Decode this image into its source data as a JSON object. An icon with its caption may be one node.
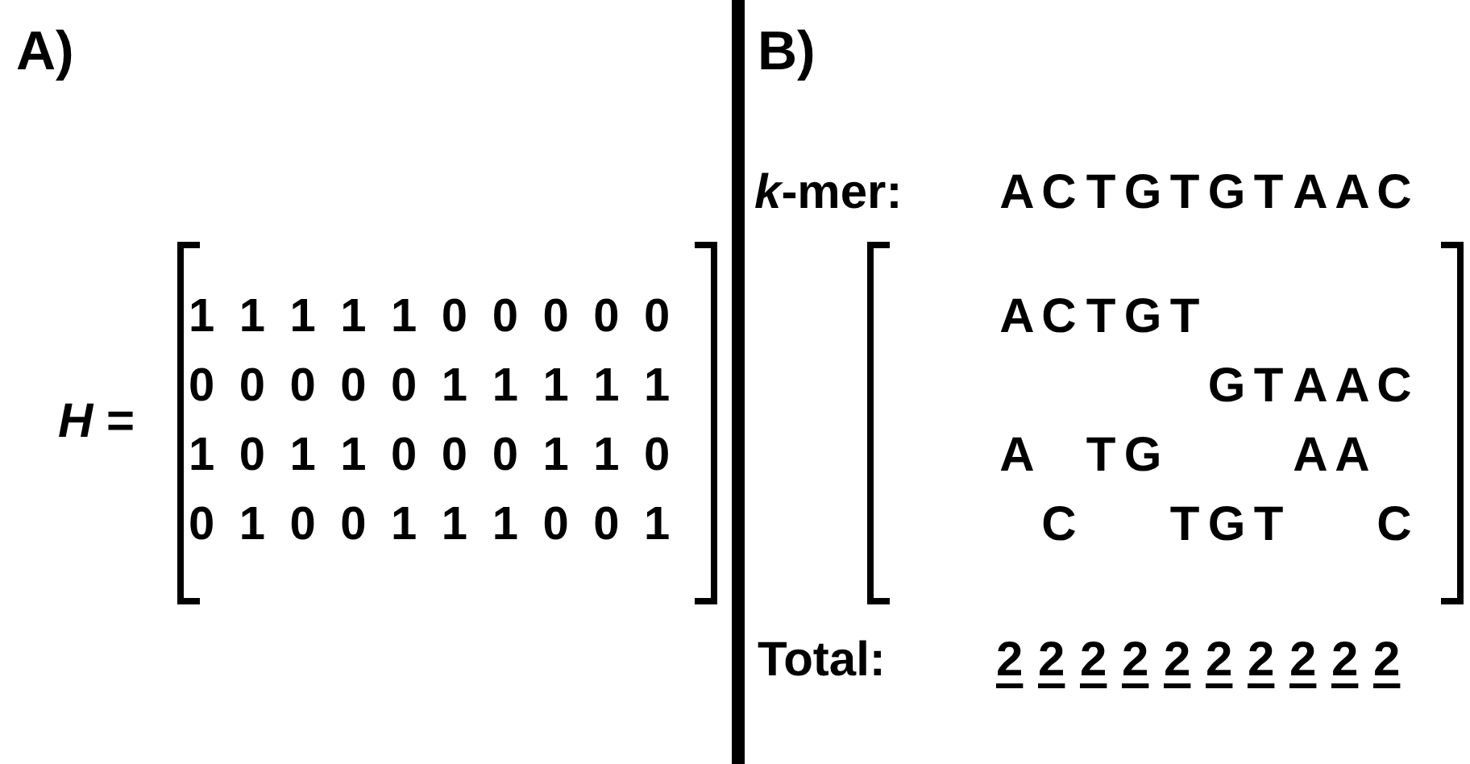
{
  "diagram": {
    "labels": [
      "A)",
      "*H* =",
      "1 1 1 1 1 0 0 0 0 0",
      "0 0 0 0 0 1 1 1 1 1",
      "1 0 1 1 0 0 0 1 1 0",
      "0 1 0 0 1 1 1 0 0 1",
      "B)",
      "*k*-mer:",
      "ACTGTGTAAC",
      "ACTGT",
      "GTAAC",
      "A",
      "TG",
      "AA",
      "C",
      "TGT",
      "C",
      "Total:",
      "2",
      "2",
      "2",
      "2",
      "2",
      "2",
      "2",
      "2",
      "2",
      "2"
    ]
  }
}
